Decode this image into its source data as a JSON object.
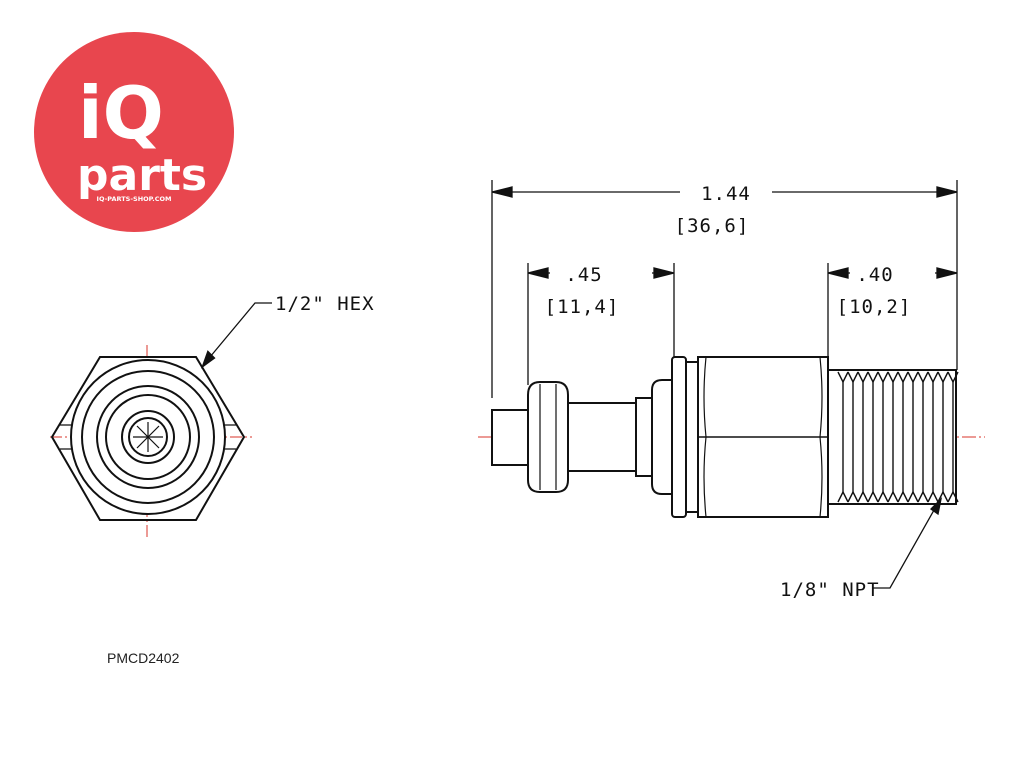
{
  "logo": {
    "line1": "iQ",
    "line2": "parts",
    "url": "IQ-PARTS-SHOP.COM",
    "color": "#e8464e"
  },
  "labels": {
    "hex": "1/2\" HEX",
    "npt": "1/8\" NPT",
    "part_number": "PMCD2402"
  },
  "dimensions": {
    "overall": {
      "inch": "1.44",
      "mm": "[36,6]"
    },
    "plug": {
      "inch": ".45",
      "mm": "[11,4]"
    },
    "thread": {
      "inch": ".40",
      "mm": "[10,2]"
    }
  },
  "colors": {
    "centerline": "#d9342b",
    "outline": "#111111"
  }
}
